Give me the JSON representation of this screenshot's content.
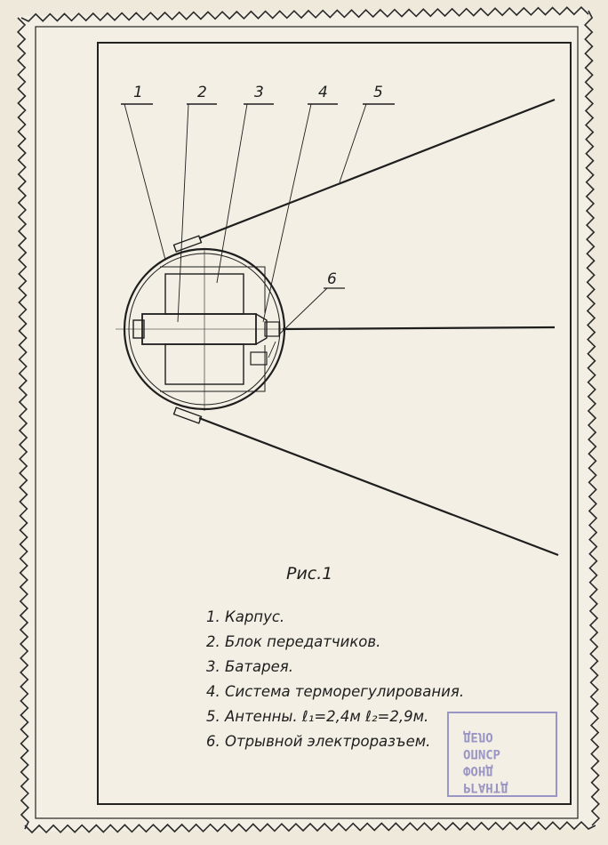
{
  "figure": {
    "title": "Рис.1",
    "callouts": [
      "1",
      "2",
      "3",
      "4",
      "5",
      "6"
    ],
    "legend": [
      "1. Карпус.",
      "2. Блок передатчиков.",
      "3. Батарея.",
      "4. Система терморегулирования.",
      "5. Антенны. ℓ₁=2,4м ℓ₂=2,9м.",
      "6. Отрывной электроразъем."
    ]
  },
  "stamp": {
    "lines": [
      "РГАНТД",
      "ФОНД",
      "ОПИСЬ",
      "ДЕЛО"
    ]
  },
  "colors": {
    "paper": "#f3efe4",
    "ink": "#1e1e1e",
    "stamp": "#8a86bf"
  }
}
